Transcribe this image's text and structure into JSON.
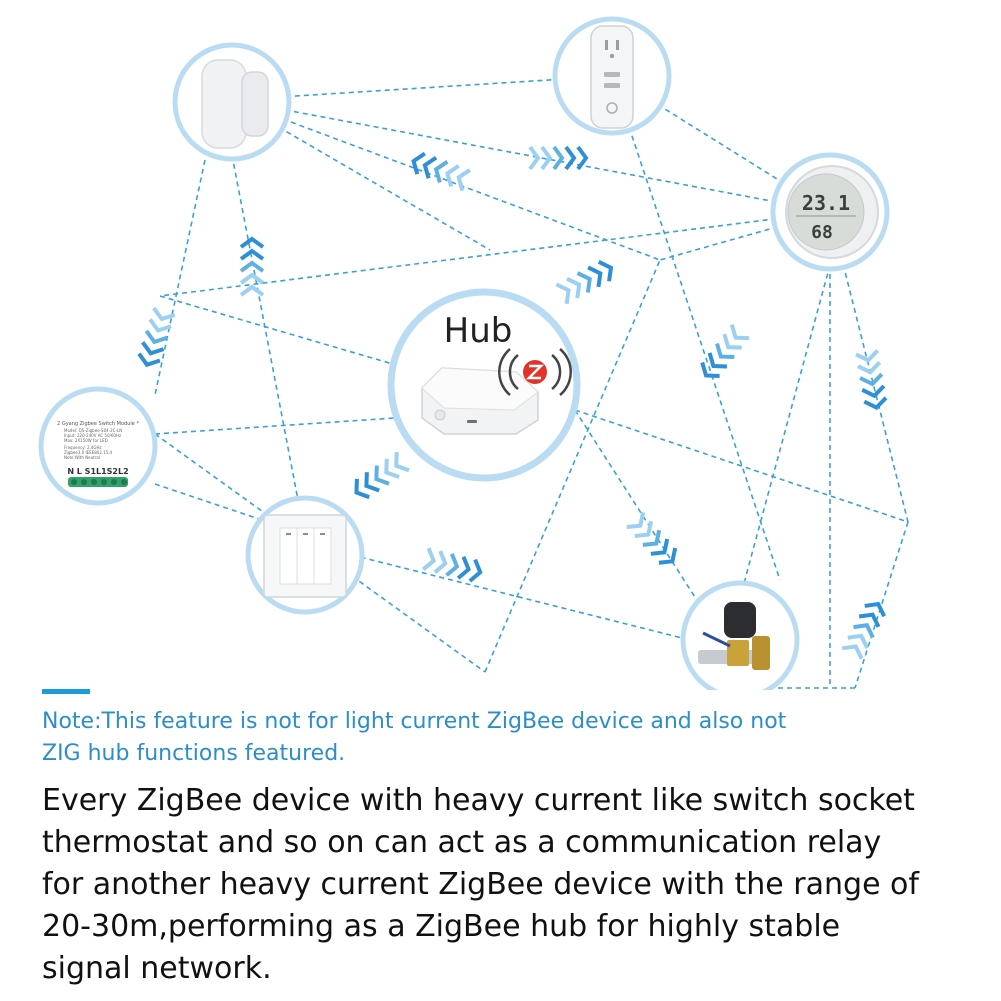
{
  "hub": {
    "label": "Hub"
  },
  "module": {
    "title": "2 Gyang Zigbee Switch Module *",
    "spec_lines": [
      "Model: QS-Zigbee-S04-2C-LN",
      "Input: 220-240V AC 50/60Hz",
      "Max: 2X150W for LED",
      "Frequency: 2.4GHz",
      "Zigbee3.0 IEEE802.15.4",
      "Note:With Neutral"
    ],
    "terminals": "N  L  S1L1S2L2"
  },
  "sensor": {
    "temperature": "23.1",
    "humidity": "68"
  },
  "note": {
    "lines": [
      "Note:This feature is not for light current ZigBee device and also not",
      "ZIG hub functions featured."
    ]
  },
  "description": {
    "lines": [
      "Every ZigBee device with heavy current like switch socket",
      "thermostat and so on can act as a communication relay",
      "for another heavy current ZigBee device with the range of",
      "20-30m,performing as a ZigBee hub for highly stable",
      "signal network."
    ]
  },
  "colors": {
    "accent": "#1e9ad6",
    "line": "#3aa0d8",
    "arrow": "#2e8fd6",
    "arrow_light": "#9cd0f0",
    "ring": "#b9dcf3"
  }
}
